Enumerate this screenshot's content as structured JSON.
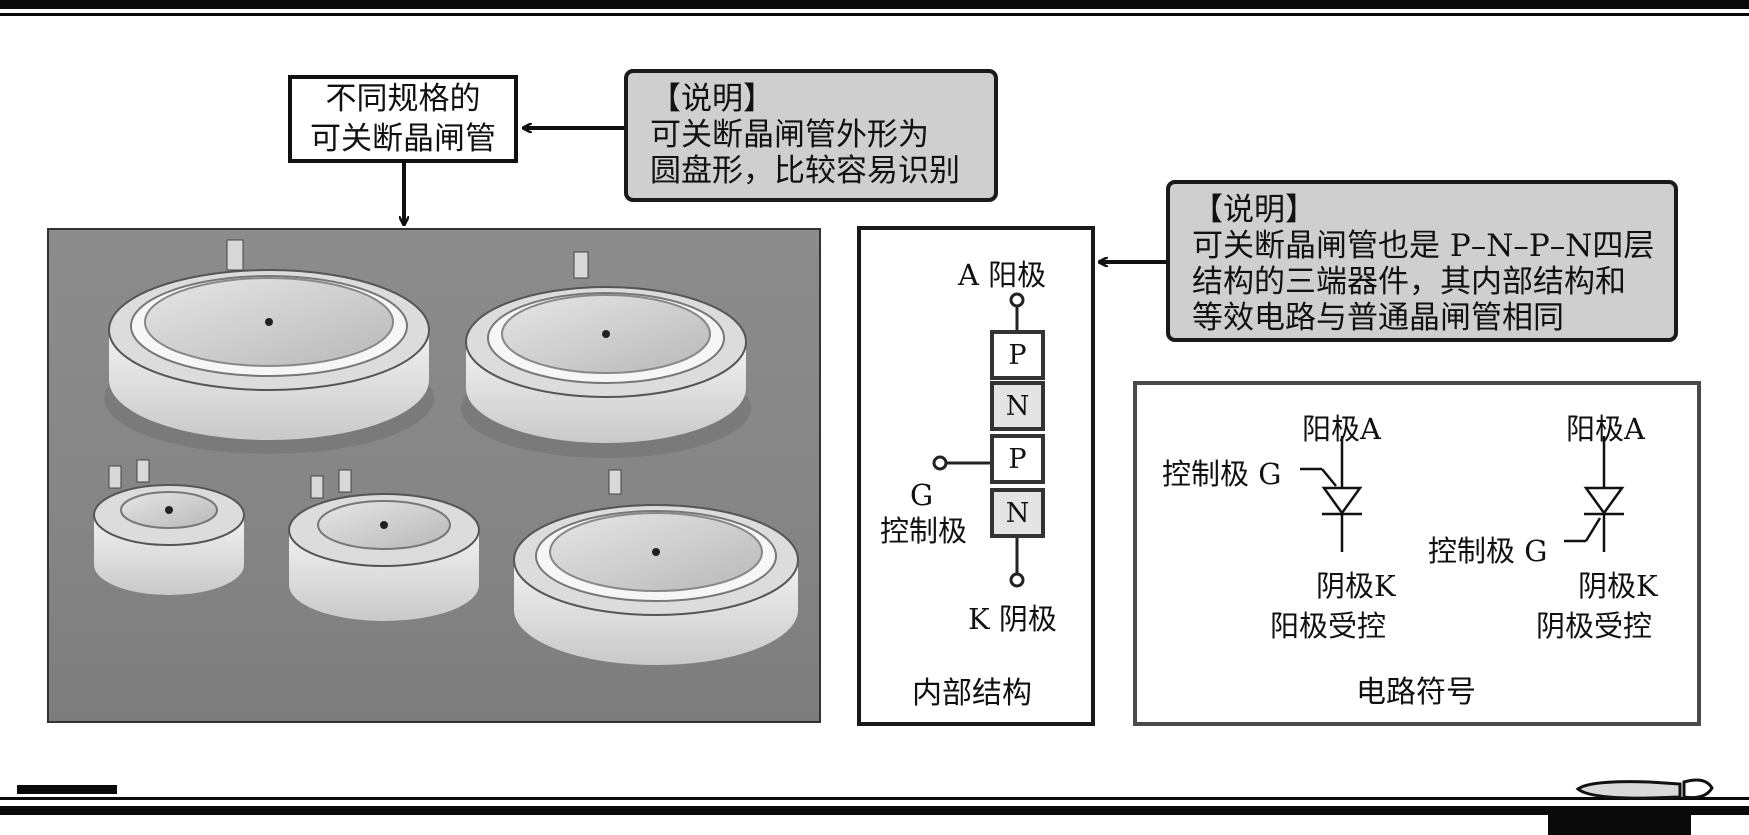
{
  "title_box": {
    "line1": "不同规格的",
    "line2": "可关断晶闸管"
  },
  "note1": {
    "header": "【说明】",
    "line1": "可关断晶闸管外形为",
    "line2": "圆盘形，比较容易识别"
  },
  "note2": {
    "header": "【说明】",
    "line1": "可关断晶闸管也是 P–N–P–N四层",
    "line2": "结构的三端器件，其内部结构和",
    "line3": "等效电路与普通晶闸管相同"
  },
  "structure": {
    "anode_label": "A 阳极",
    "layers": [
      "P",
      "N",
      "P",
      "N"
    ],
    "gate_label_g": "G",
    "gate_label_cn": "控制极",
    "cathode_label": "K 阴极",
    "caption": "内部结构"
  },
  "symbols": {
    "left": {
      "anode": "阳极A",
      "gate": "控制极 G",
      "cathode": "阴极K",
      "type": "阳极受控"
    },
    "right": {
      "anode": "阳极A",
      "gate": "控制极 G",
      "cathode": "阴极K",
      "type": "阴极受控"
    },
    "caption": "电路符号"
  },
  "colors": {
    "note_bg": "#cfcfcf",
    "photo_bg": "#888888",
    "layer_shade": "#e4e4e4"
  }
}
